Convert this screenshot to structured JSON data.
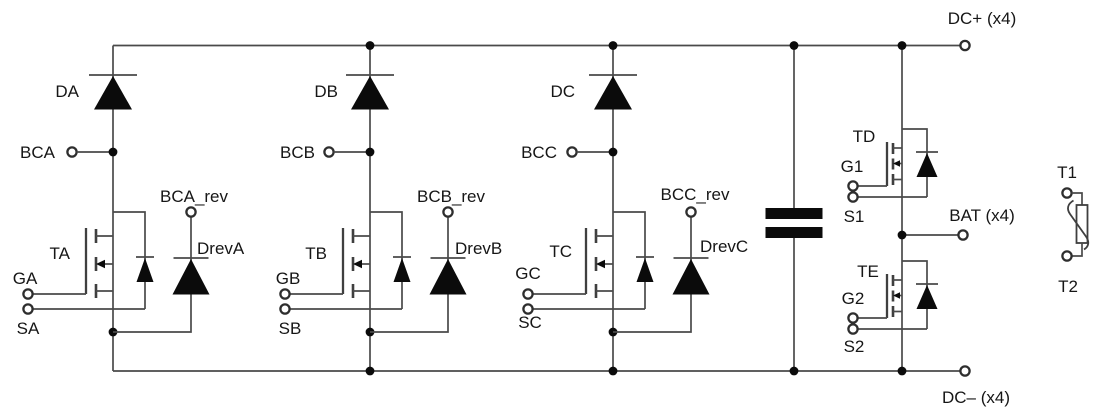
{
  "circuit": {
    "phases": [
      {
        "diode": "DA",
        "bc": "BCA",
        "bc_rev": "BCA_rev",
        "transistor": "TA",
        "gate": "GA",
        "source": "SA",
        "reverse_diode": "DrevA"
      },
      {
        "diode": "DB",
        "bc": "BCB",
        "bc_rev": "BCB_rev",
        "transistor": "TB",
        "gate": "GB",
        "source": "SB",
        "reverse_diode": "DrevB"
      },
      {
        "diode": "DC",
        "bc": "BCC",
        "bc_rev": "BCC_rev",
        "transistor": "TC",
        "gate": "GC",
        "source": "SC",
        "reverse_diode": "DrevC"
      }
    ],
    "battery_switch": {
      "transistor_top": "TD",
      "gate_top": "G1",
      "source_top": "S1",
      "transistor_bottom": "TE",
      "gate_bottom": "G2",
      "source_bottom": "S2"
    },
    "terminals": {
      "dc_plus": "DC+ (x4)",
      "bat": "BAT (x4)",
      "dc_minus": "DC– (x4)"
    },
    "thermistor": {
      "top": "T1",
      "bottom": "T2"
    },
    "colors": {
      "wire": "#4a4a4a",
      "symbol_fill": "#0b0b0b",
      "text": "#161616",
      "background": "#ffffff"
    }
  }
}
